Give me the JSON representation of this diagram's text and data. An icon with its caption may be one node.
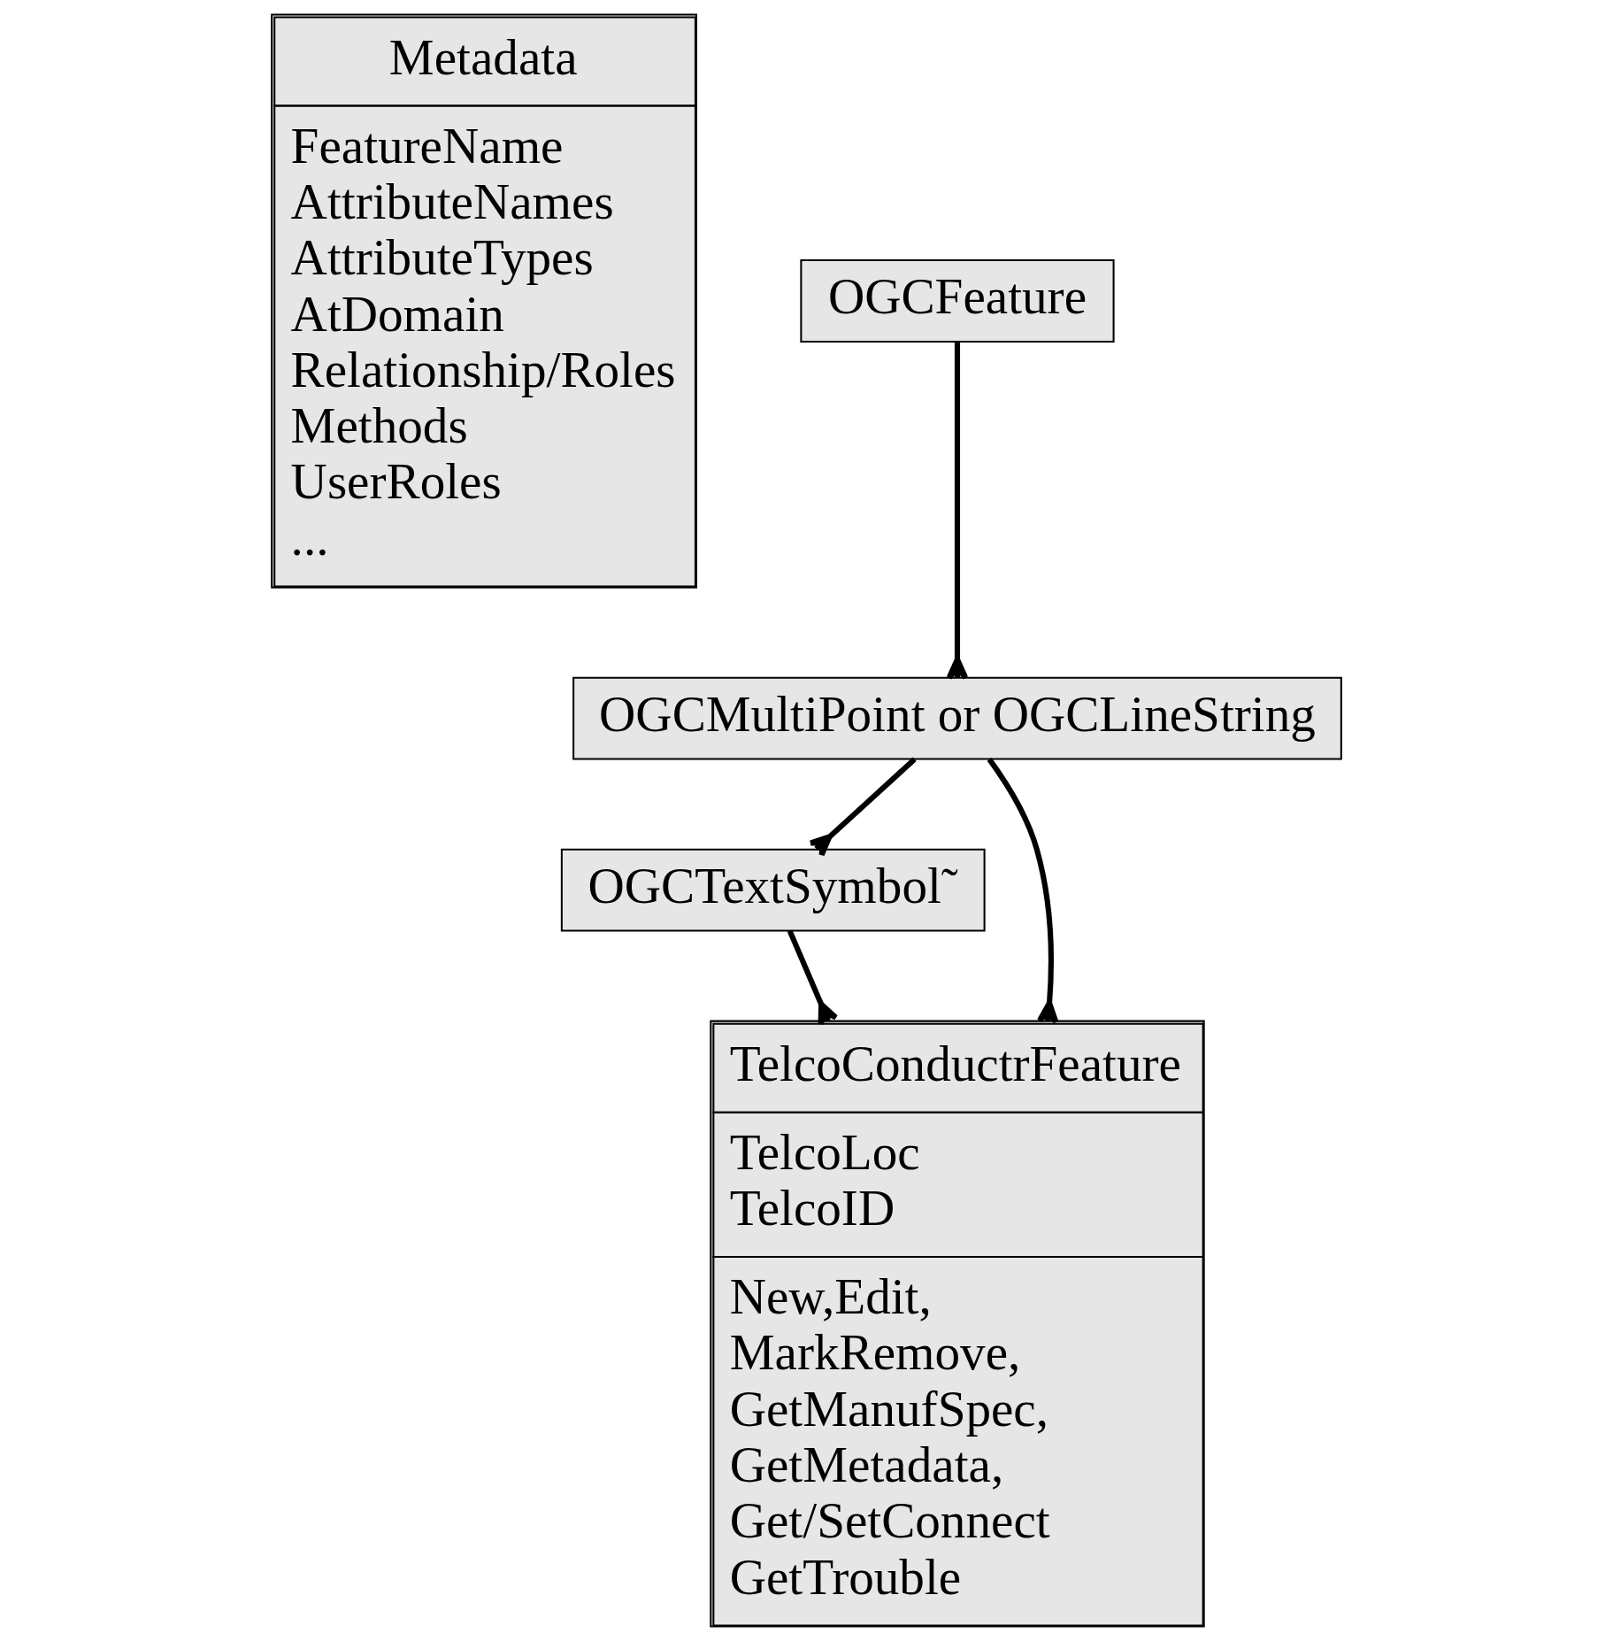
{
  "diagram": {
    "nodes": [
      {
        "text": [
          "Metadata",
          "FeatureName AttributeNames AttributeTypes AtDomain Relationship/Roles Methods UserRoles ..."
        ]
      },
      {
        "text": [
          "OGCFeature"
        ]
      },
      {
        "text": [
          "OGCMultiPoint or OGCLineString"
        ]
      },
      {
        "text": [
          "OGCTextSymbol˜"
        ]
      },
      {
        "text": [
          "TelcoConductrFeature",
          "TelcoLoc TelcoID",
          "New,Edit, MarkRemove, GetManufSpec, GetMetadata, Get/SetConnect GetTrouble"
        ]
      }
    ],
    "edges": [
      {
        "from": 1,
        "to": 2,
        "arrow": "other"
      },
      {
        "from": 2,
        "to": 3,
        "arrow": "other"
      },
      {
        "from": 3,
        "to": 4,
        "arrow": "other"
      },
      {
        "from": 2,
        "to": 4,
        "arrow": "other"
      }
    ]
  }
}
